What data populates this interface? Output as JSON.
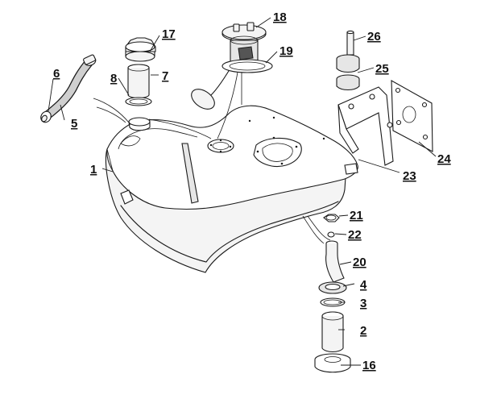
{
  "diagram": {
    "callouts": {
      "c1": "1",
      "c2": "2",
      "c3": "3",
      "c4": "4",
      "c5": "5",
      "c6": "6",
      "c7": "7",
      "c8": "8",
      "c16": "16",
      "c17": "17",
      "c18": "18",
      "c19": "19",
      "c20": "20",
      "c21": "21",
      "c22": "22",
      "c23": "23",
      "c24": "24",
      "c25": "25",
      "c26": "26"
    }
  }
}
